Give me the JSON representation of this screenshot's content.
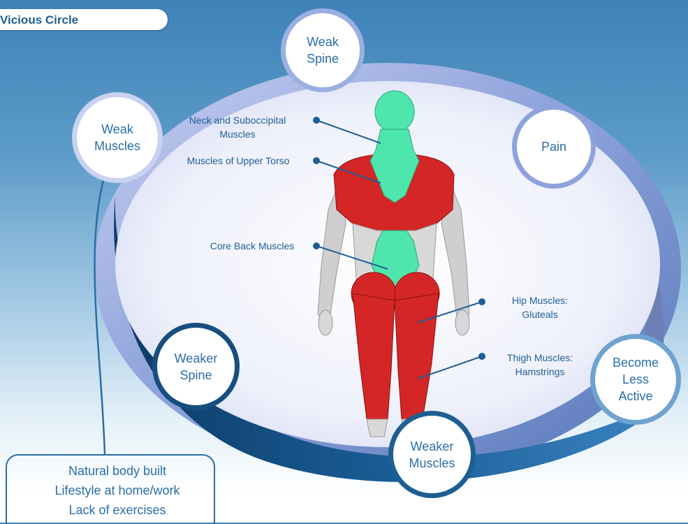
{
  "title": "Vicious Circle",
  "cycle": {
    "weak_spine": "Weak\nSpine",
    "pain": "Pain",
    "become_less_active": "Become\nLess\nActive",
    "weaker_muscles": "Weaker\nMuscles",
    "weaker_spine": "Weaker\nSpine",
    "weak_muscles": "Weak\nMuscles"
  },
  "muscle_labels": {
    "neck": "Neck and Suboccipital\nMuscles",
    "upper_torso": "Muscles of Upper Torso",
    "core_back": "Core Back Muscles",
    "hip": "Hip Muscles:\nGluteals",
    "thigh": "Thigh Muscles:\nHamstrings"
  },
  "factors": [
    "Natural body built",
    "Lifestyle at home/work",
    "Lack of exercises"
  ],
  "colors": {
    "ring_light": "#a9b8e6",
    "ring_dark": "#1e5f93",
    "node_border": "#8fa6dc",
    "muscle_red": "#d42626",
    "muscle_highlight": "#4fe6ad",
    "label_blue": "#1f5f94"
  }
}
